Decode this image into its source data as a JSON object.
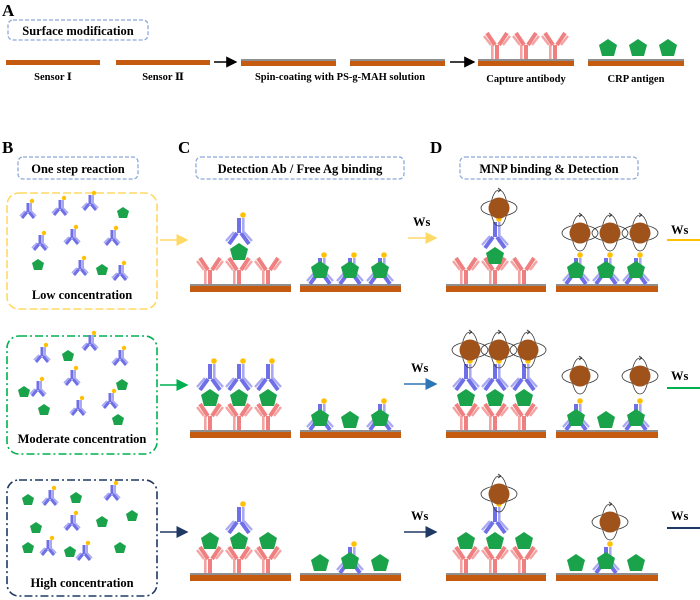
{
  "panels": {
    "a": "A",
    "b": "B",
    "c": "C",
    "d": "D"
  },
  "titles": {
    "surface": "Surface modification",
    "one_step": "One step reaction",
    "detection": "Detection Ab / Free Ag binding",
    "mnp": "MNP binding & Detection"
  },
  "row_a": {
    "sensor1": "Sensor Ⅰ",
    "sensor2": "Sensor Ⅱ",
    "spin": "Spin-coating with PS-g-MAH solution",
    "capture": "Capture antibody",
    "crp": "CRP antigen"
  },
  "concentrations": {
    "low": "Low concentration",
    "moderate": "Moderate concentration",
    "high": "High concentration"
  },
  "wash": "Ws",
  "colors": {
    "sensor": "#c55a11",
    "capture_ab": "#f08080",
    "detection_ab": "#6f6fe8",
    "antigen": "#1aa34a",
    "mnp": "#a0521b",
    "label_dot": "#ffc000",
    "low_border": "#ffd966",
    "moderate_border": "#00b050",
    "high_border": "#1f3864",
    "title_border": "#8ea9db"
  }
}
